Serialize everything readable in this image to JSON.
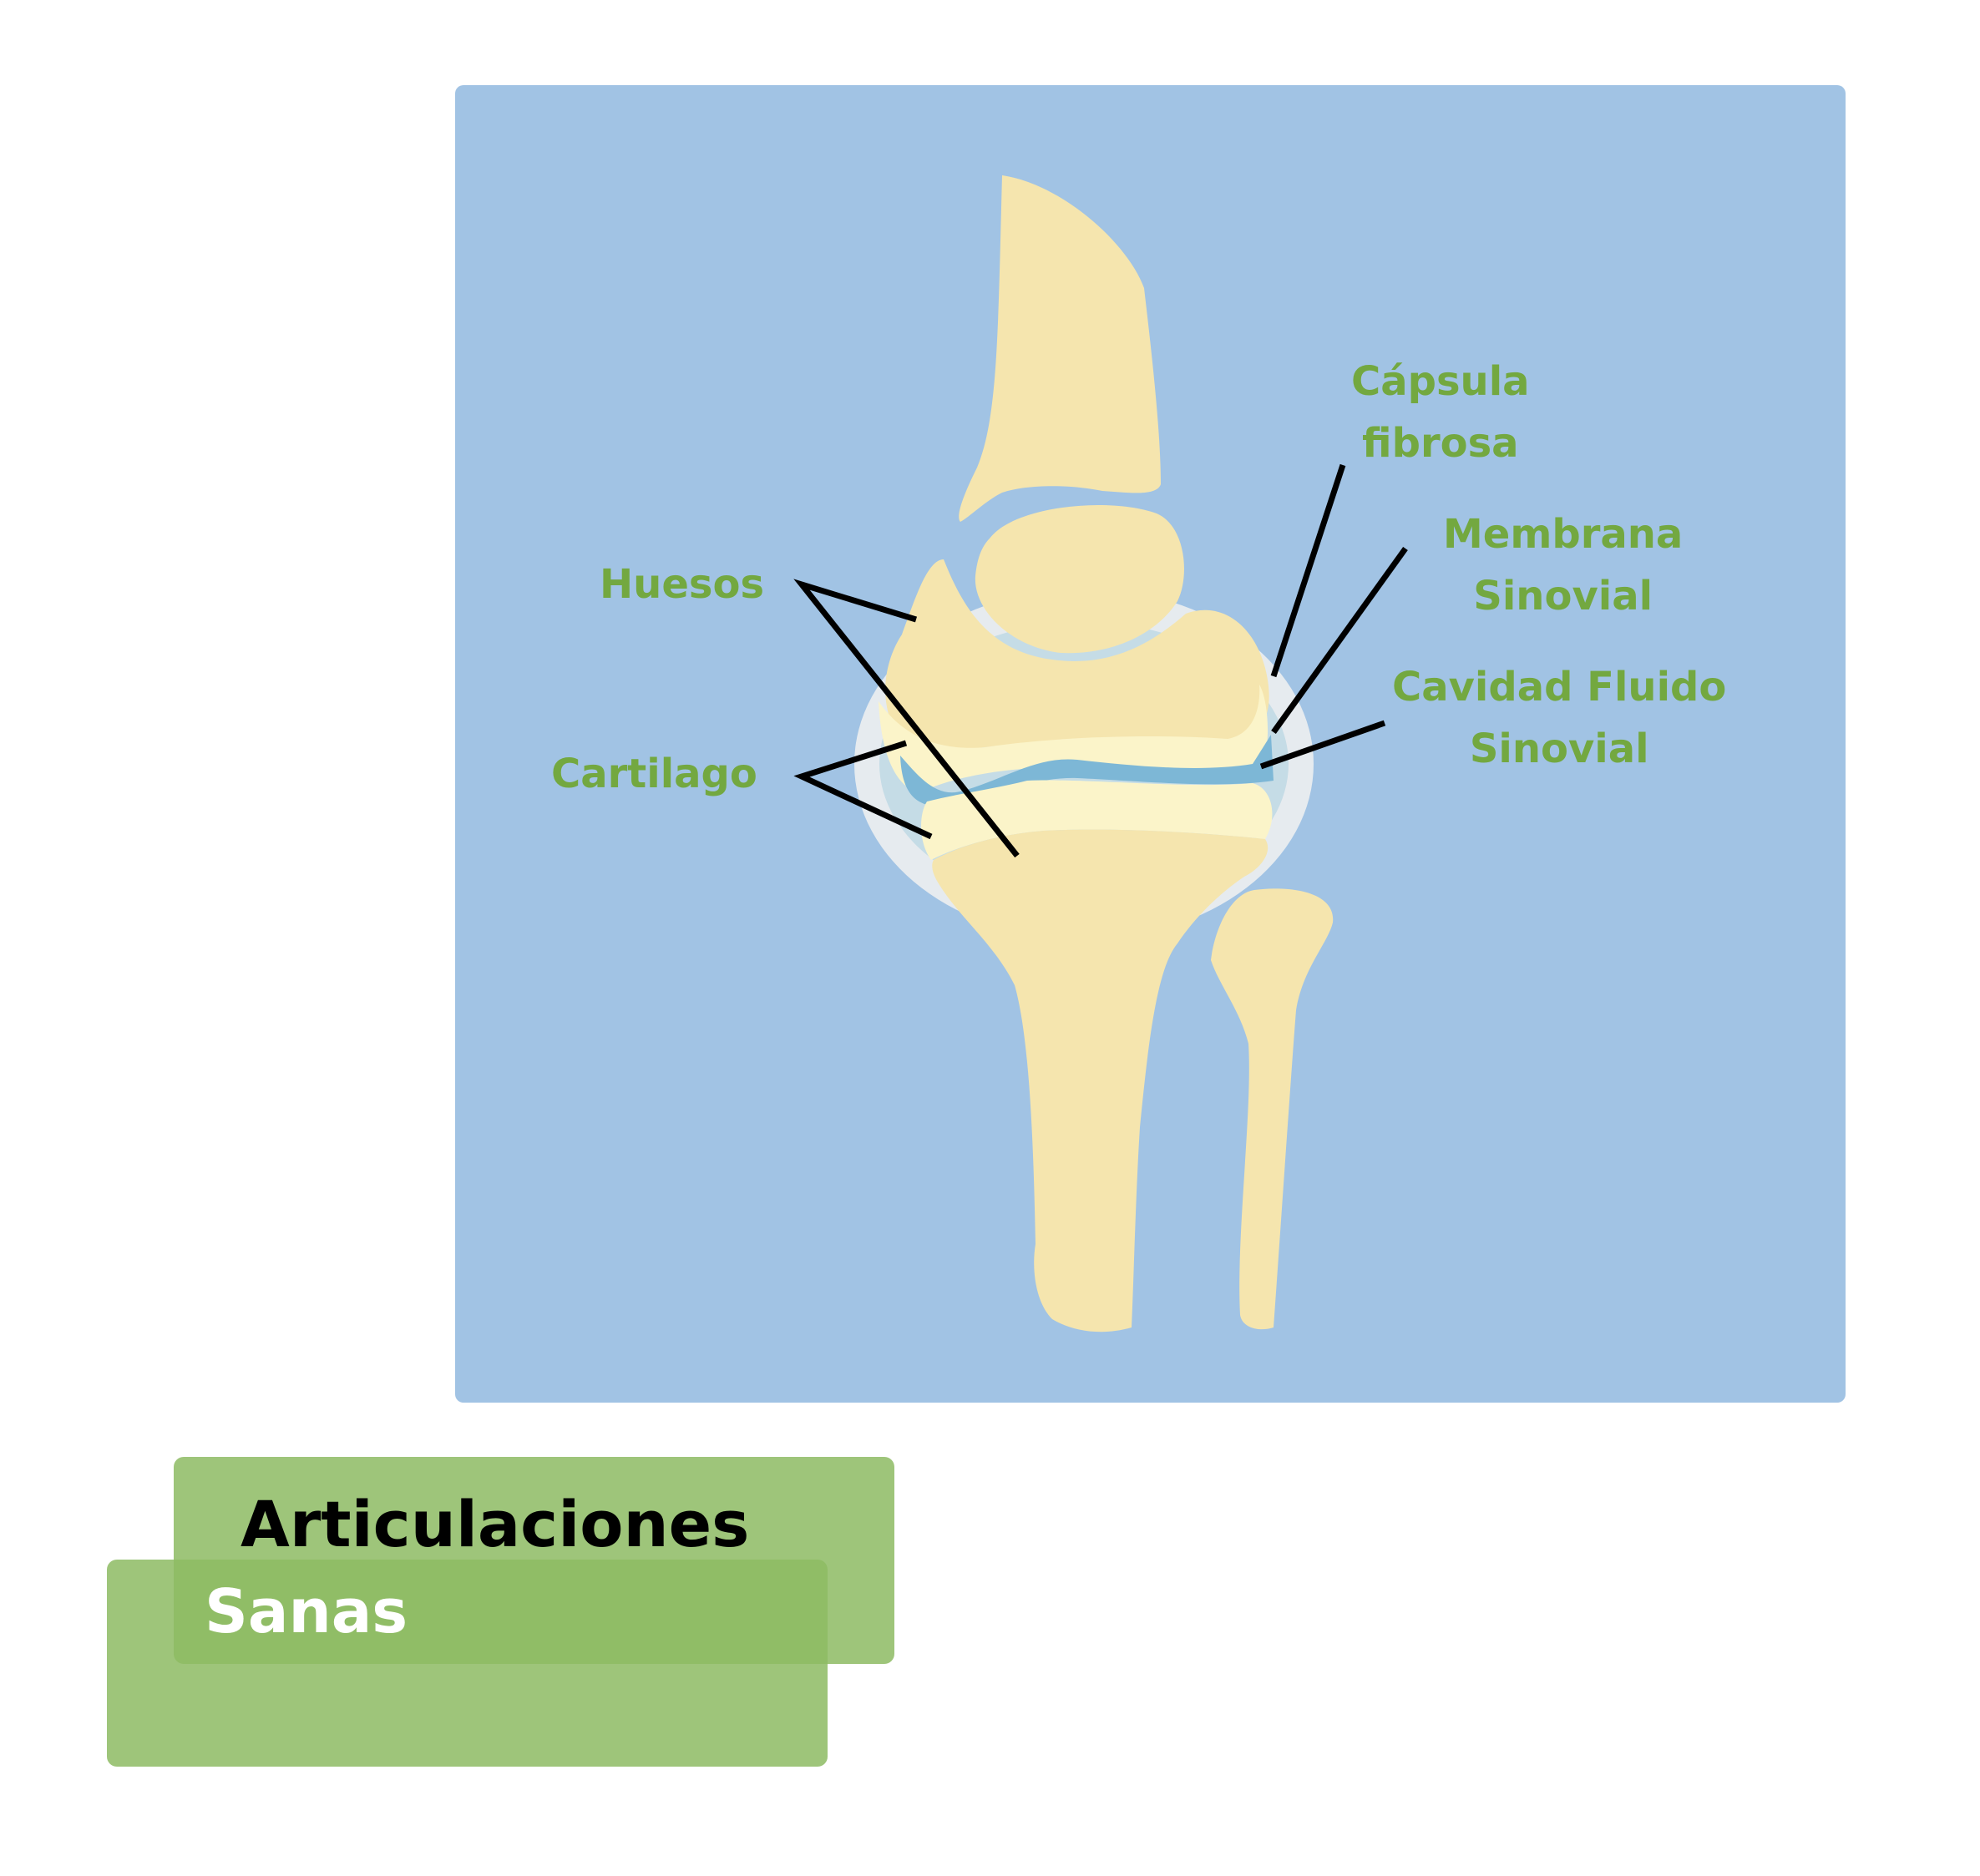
{
  "labels": {
    "capsula": [
      "Cápsula",
      "fibrosa"
    ],
    "membrana": [
      "Membrana",
      "Sinovial"
    ],
    "cavidad": [
      "Cavidad Fluido",
      "Sinovial"
    ],
    "huesos": "Huesos",
    "cartilago": "Cartilago"
  },
  "title": {
    "main": "Articulaciones",
    "sub": "Sanas"
  },
  "colors": {
    "panel": "#a1c3e4",
    "bone": "#f5e5ae",
    "cartilage": "#fbf4c9",
    "synovial_fluid": "#7db7d6",
    "capsule": "#e6ebef",
    "label_text": "#73a840",
    "title_box": "#8dbb63",
    "title_overlap": "#7fae4d"
  }
}
